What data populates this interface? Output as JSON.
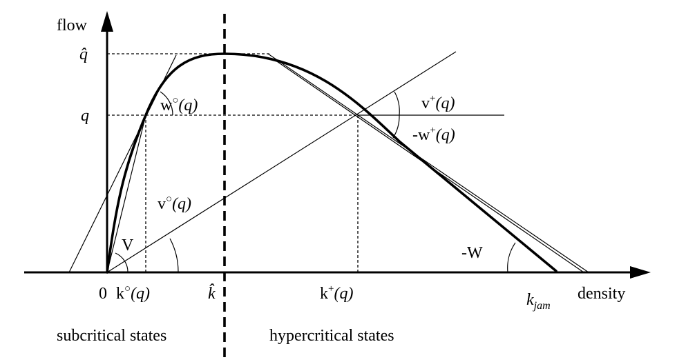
{
  "axes": {
    "y_label": "flow",
    "x_label": "density"
  },
  "ticks": {
    "origin": "0",
    "q_hat": "q̂",
    "q": "q",
    "k_hat": "k̂",
    "k_jam": "k",
    "k_jam_sub": "jam"
  },
  "angles": {
    "w_circ": {
      "base": "w",
      "sup": "○",
      "arg": "(q)"
    },
    "v_circ": {
      "base": "v",
      "sup": "○",
      "arg": "(q)"
    },
    "v_plus": {
      "base": "v",
      "sup": "+",
      "arg": "(q)"
    },
    "w_plus": {
      "base": "-w",
      "sup": "+",
      "arg": "(q)"
    },
    "V": "V",
    "minus_W": "-W"
  },
  "x_points": {
    "k_circ": {
      "base": "k",
      "sup": "○",
      "arg": "(q)"
    },
    "k_plus": {
      "base": "k",
      "sup": "+",
      "arg": "(q)"
    }
  },
  "regions": {
    "sub": "subcritical states",
    "hyper": "hypercritical states"
  }
}
